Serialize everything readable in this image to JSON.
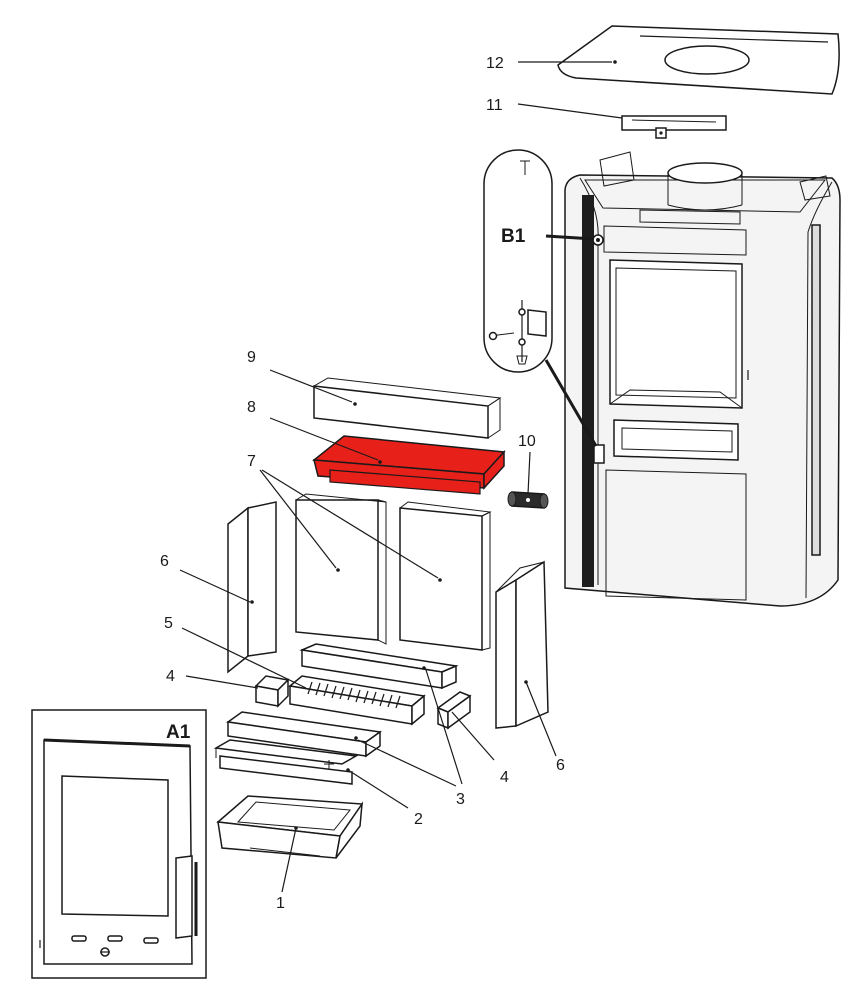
{
  "labels": {
    "n1": "1",
    "n2": "2",
    "n3": "3",
    "n3b": "3",
    "n4a": "4",
    "n4b": "4",
    "n5": "5",
    "n6a": "6",
    "n6b": "6",
    "n7": "7",
    "n8": "8",
    "n9": "9",
    "n10": "10",
    "n11": "11",
    "n12": "12",
    "a1": "A1",
    "b1": "B1"
  },
  "colors": {
    "highlight": "#e8201a",
    "line": "#1a1a1a",
    "stove_body": "#f4f4f4",
    "dark_strip": "#1e1e1e"
  },
  "highlighted_part": "8"
}
